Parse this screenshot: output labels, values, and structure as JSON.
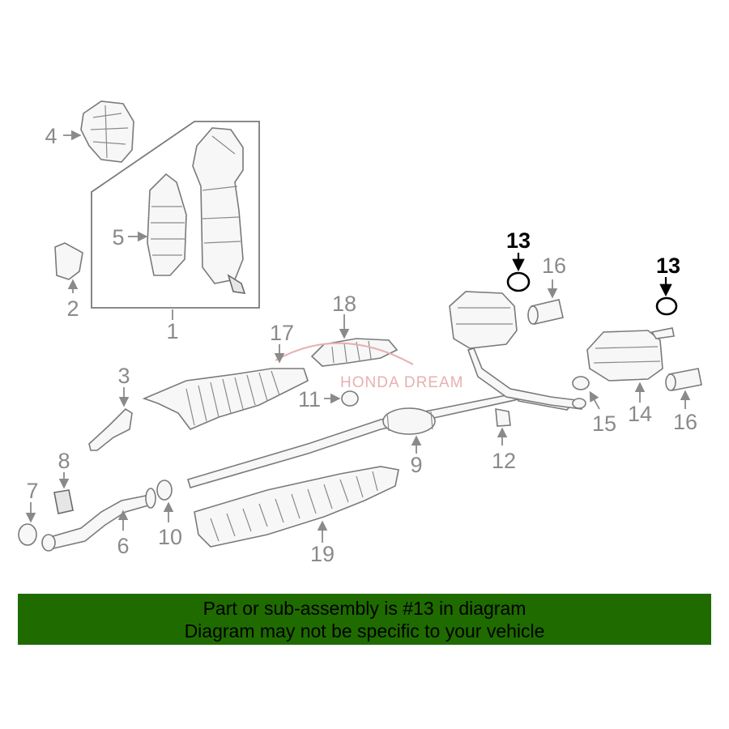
{
  "diagram": {
    "callouts": {
      "c1": "1",
      "c2": "2",
      "c3": "3",
      "c4": "4",
      "c5": "5",
      "c6": "6",
      "c7": "7",
      "c8": "8",
      "c9": "9",
      "c10": "10",
      "c11": "11",
      "c12": "12",
      "c13a": "13",
      "c13b": "13",
      "c14": "14",
      "c15": "15",
      "c16a": "16",
      "c16b": "16",
      "c17": "17",
      "c18": "18",
      "c19": "19"
    },
    "highlighted_part": "13",
    "watermark": "HONDA DREAM"
  },
  "banner": {
    "line1": "Part or sub-assembly is #13 in diagram",
    "line2": "Diagram may not be specific to your vehicle",
    "background": "#1f6b00"
  }
}
